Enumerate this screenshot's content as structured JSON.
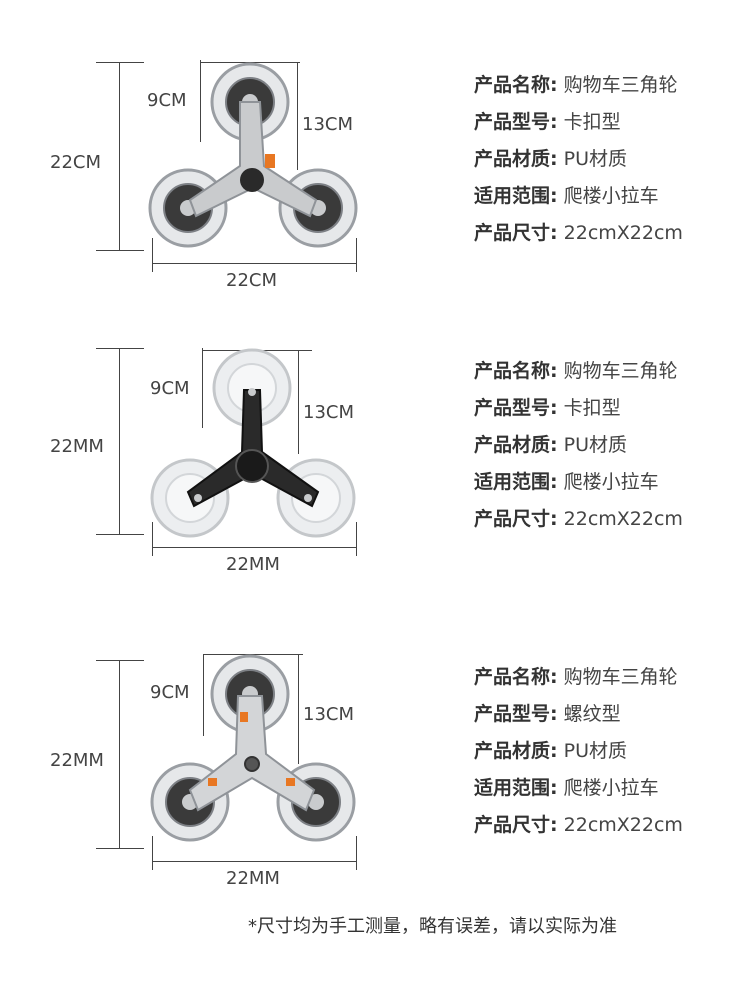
{
  "products": [
    {
      "dims": {
        "height": "22CM",
        "width": "22CM",
        "wheel_dia": "9CM",
        "arm": "13CM"
      },
      "specs": [
        {
          "label": "产品名称:",
          "value": "购物车三角轮"
        },
        {
          "label": "产品型号:",
          "value": "卡扣型"
        },
        {
          "label": "产品材质:",
          "value": "PU材质"
        },
        {
          "label": "适用范围:",
          "value": "爬楼小拉车"
        },
        {
          "label": "产品尺寸:",
          "value": "22cmX22cm"
        }
      ]
    },
    {
      "dims": {
        "height": "22MM",
        "width": "22MM",
        "wheel_dia": "9CM",
        "arm": "13CM"
      },
      "specs": [
        {
          "label": "产品名称:",
          "value": "购物车三角轮"
        },
        {
          "label": "产品型号:",
          "value": "卡扣型"
        },
        {
          "label": "产品材质:",
          "value": "PU材质"
        },
        {
          "label": "适用范围:",
          "value": "爬楼小拉车"
        },
        {
          "label": "产品尺寸:",
          "value": "22cmX22cm"
        }
      ]
    },
    {
      "dims": {
        "height": "22MM",
        "width": "22MM",
        "wheel_dia": "9CM",
        "arm": "13CM"
      },
      "specs": [
        {
          "label": "产品名称:",
          "value": "购物车三角轮"
        },
        {
          "label": "产品型号:",
          "value": "螺纹型"
        },
        {
          "label": "产品材质:",
          "value": "PU材质"
        },
        {
          "label": "适用范围:",
          "value": "爬楼小拉车"
        },
        {
          "label": "产品尺寸:",
          "value": "22cmX22cm"
        }
      ]
    }
  ],
  "footnote": "*尺寸均为手工测量，略有误差，请以实际为准",
  "colors": {
    "accent": "#e87722",
    "frame_silver": "#c9cbcd",
    "frame_black": "#2a2a2a",
    "wheel_clear": "#e6e8ea"
  }
}
